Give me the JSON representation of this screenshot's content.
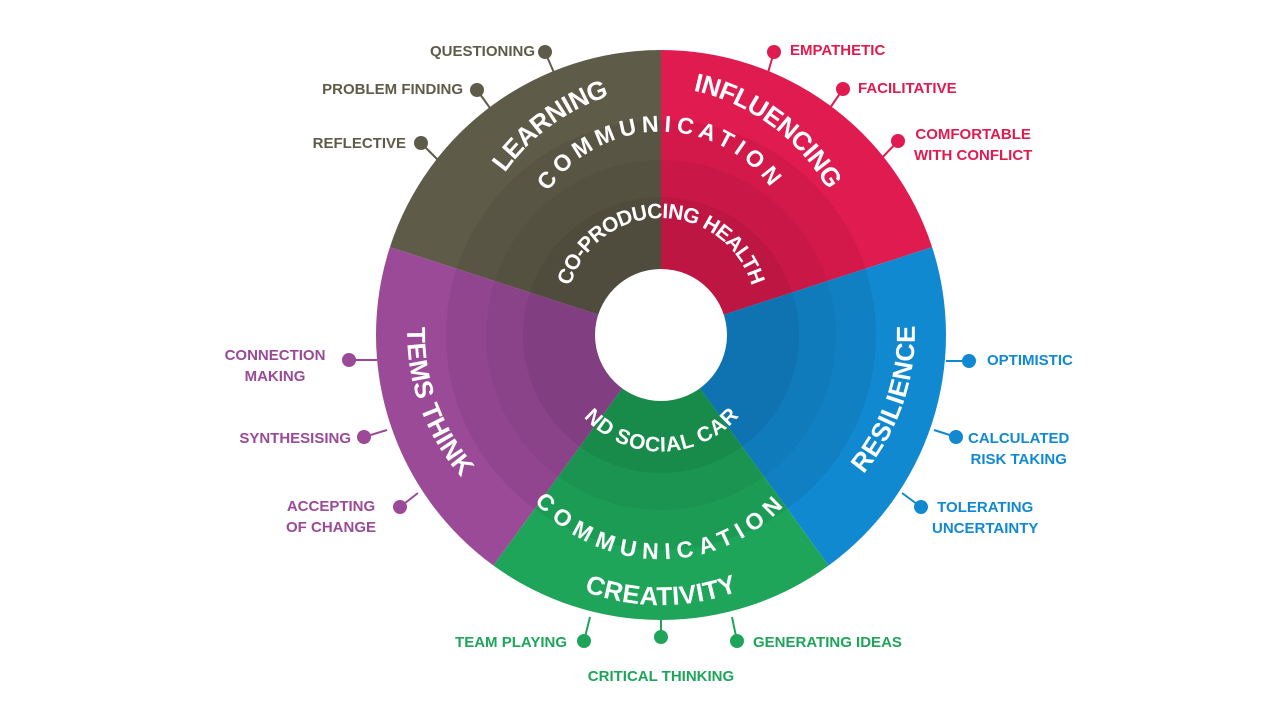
{
  "sectors": [
    {
      "key": "learning",
      "title": "LEARNING",
      "color": "#5f5b49",
      "traits": [
        "QUESTIONING",
        "PROBLEM FINDING",
        "REFLECTIVE"
      ]
    },
    {
      "key": "influencing",
      "title": "INFLUENCING",
      "color": "#e01b4f",
      "traits": [
        "EMPATHETIC",
        "FACILITATIVE",
        "COMFORTABLE\nWITH CONFLICT"
      ]
    },
    {
      "key": "resilience",
      "title": "RESILIENCE",
      "color": "#1189d0",
      "traits": [
        "OPTIMISTIC",
        "CALCULATED\nRISK TAKING",
        "TOLERATING\nUNCERTAINTY"
      ]
    },
    {
      "key": "creativity",
      "title": "CREATIVITY",
      "color": "#1ea55a",
      "traits": [
        "TEAM PLAYING",
        "CRITICAL THINKING",
        "GENERATING IDEAS"
      ]
    },
    {
      "key": "systems",
      "title": "SYSTEMS THINKING",
      "color": "#9a4a97",
      "traits": [
        "CONNECTION\nMAKING",
        "SYNTHESISING",
        "ACCEPTING\nOF CHANGE"
      ]
    }
  ],
  "ring": {
    "top": "COMMUNICATION",
    "bottom": "COMMUNICATION"
  },
  "core": {
    "top": "CO-PRODUCING HEALTH",
    "bottom": "AND SOCIAL CARE"
  }
}
